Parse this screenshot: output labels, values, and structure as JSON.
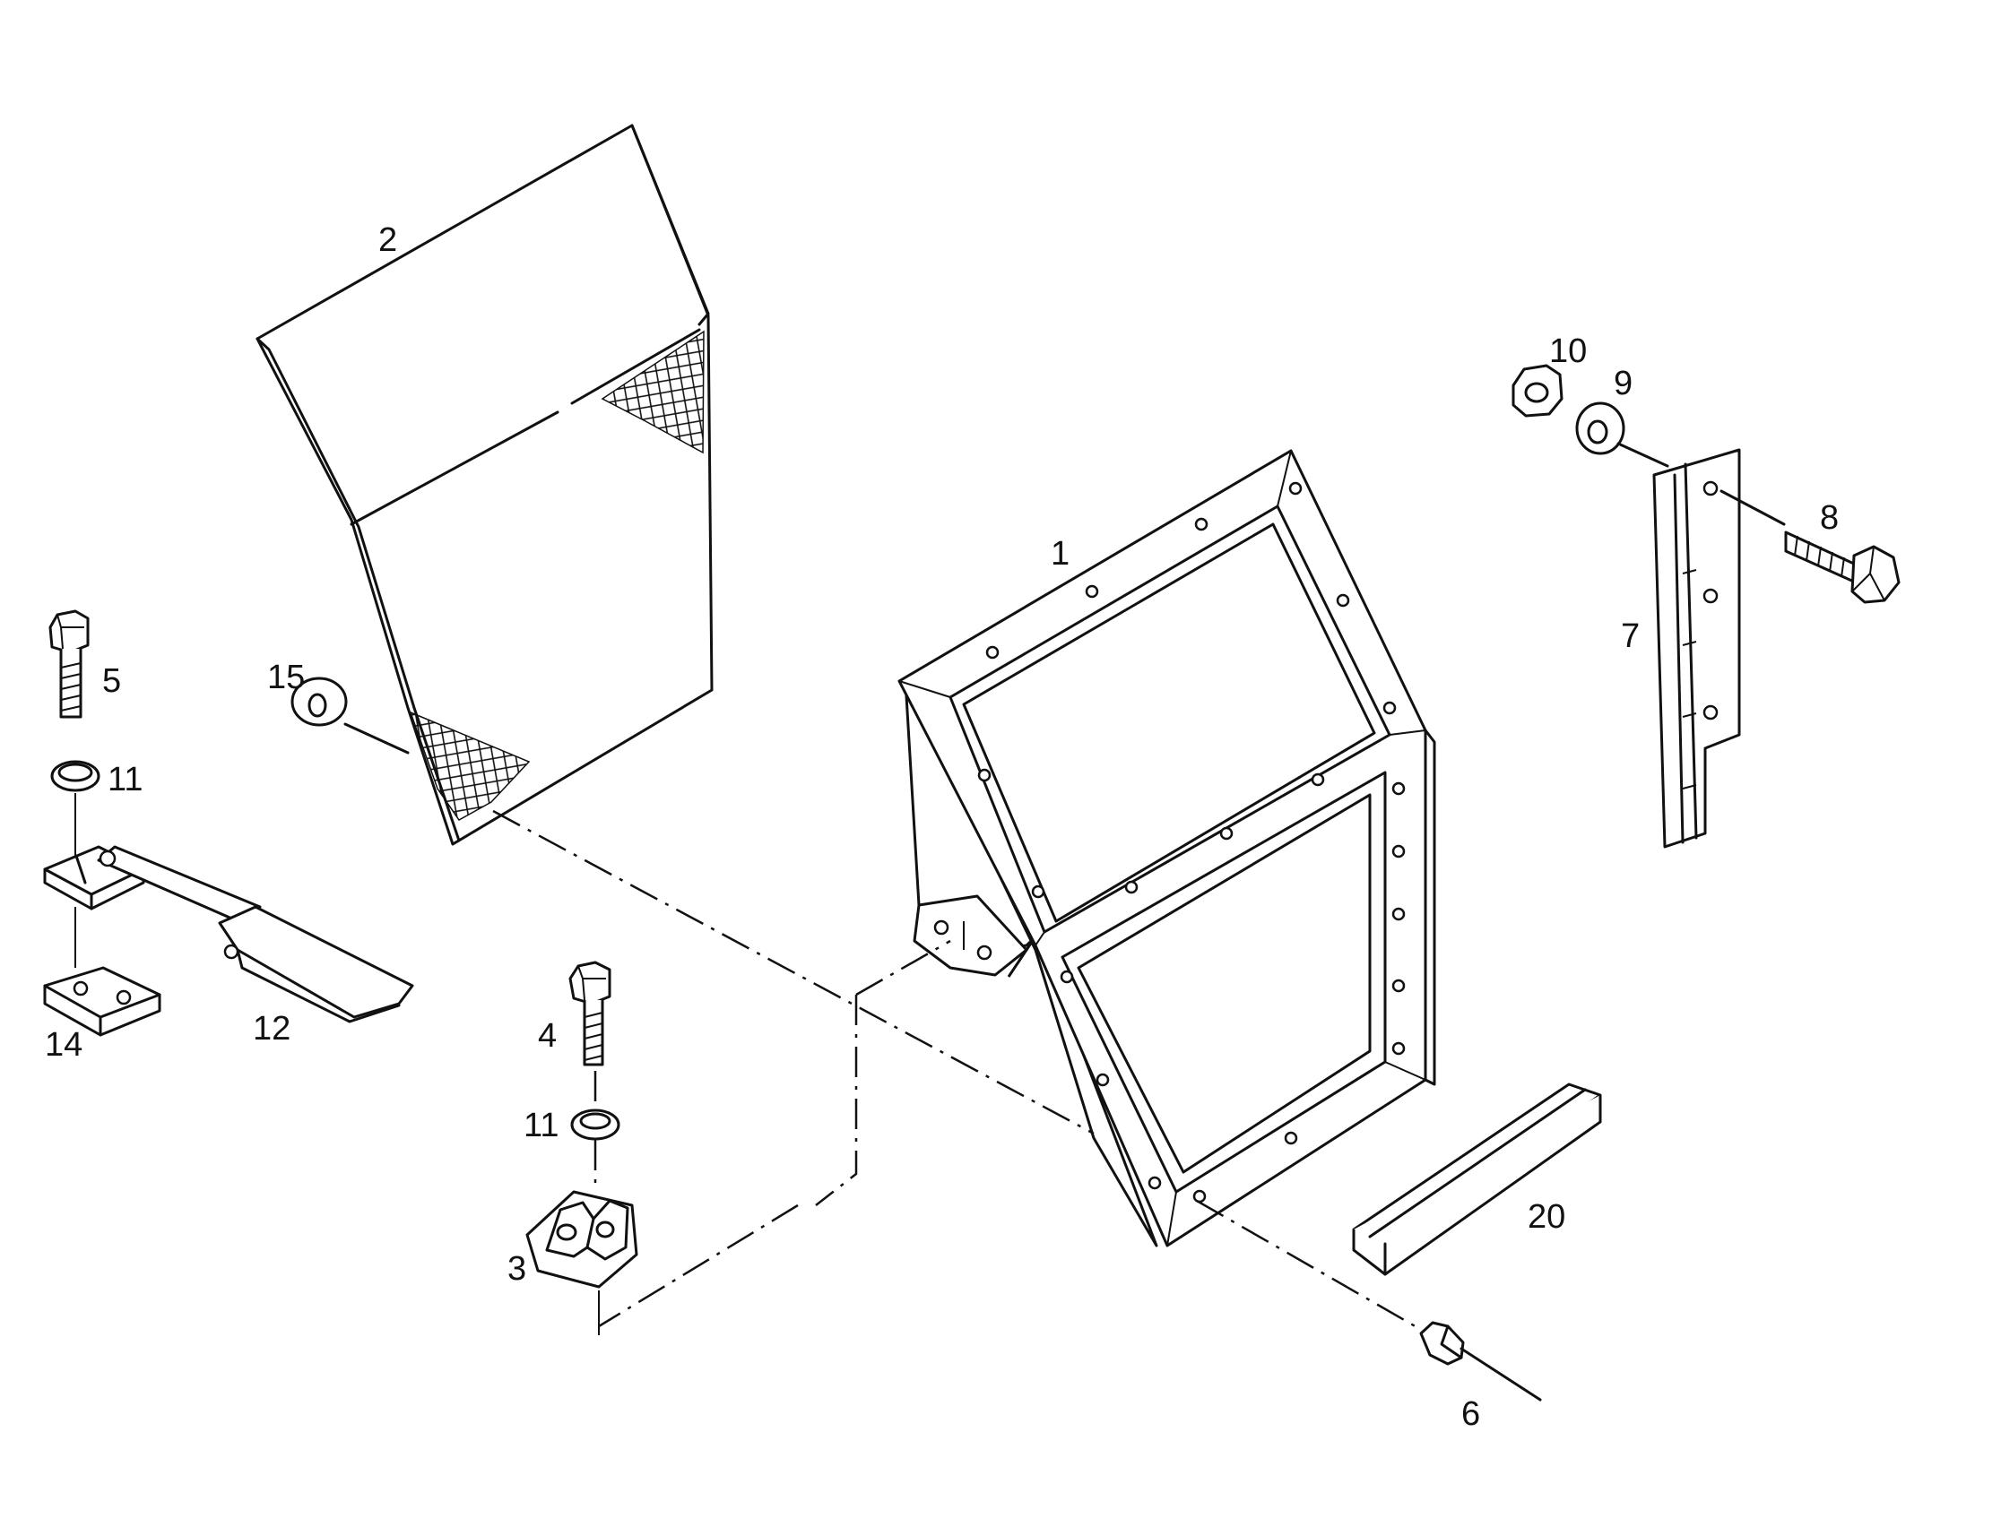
{
  "callouts": {
    "p1": "1",
    "p2": "2",
    "p3": "3",
    "p4": "4",
    "p5": "5",
    "p6": "6",
    "p7": "7",
    "p8": "8",
    "p9": "9",
    "p10": "10",
    "p11a": "11",
    "p11b": "11",
    "p12": "12",
    "p14": "14",
    "p15": "15",
    "p20": "20"
  }
}
